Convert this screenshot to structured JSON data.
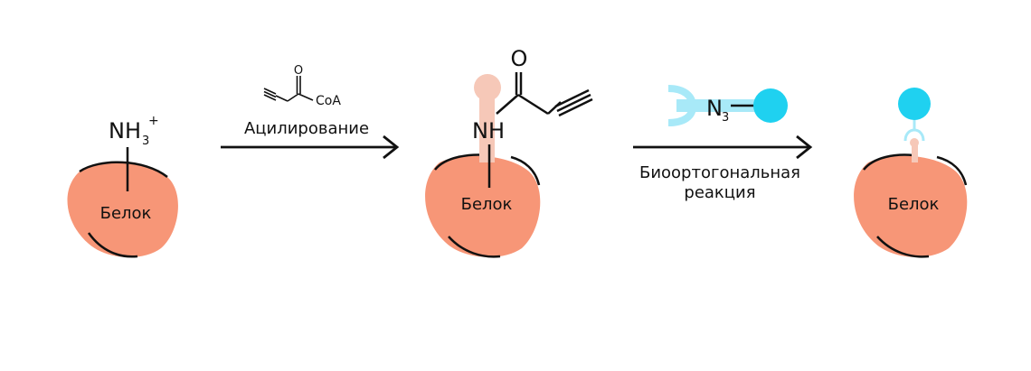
{
  "colors": {
    "protein": "#F79677",
    "highlight": "#F6C8B8",
    "azide_link": "#A8E9F8",
    "dye": "#1FD1F0",
    "ink": "#111111"
  },
  "step1": {
    "protein_label": "Белок",
    "amine_main": "NH",
    "amine_sub": "3",
    "amine_sup": "+"
  },
  "reagent1": {
    "carbonyl_o": "O",
    "coa": "CoA"
  },
  "arrow1": {
    "label": "Ацилирование"
  },
  "step2": {
    "protein_label": "Белок",
    "nh": "NH",
    "carbonyl_o": "O"
  },
  "reagent2": {
    "azide_main": "N",
    "azide_sub": "3"
  },
  "arrow2": {
    "label_line1": "Биоортогональная",
    "label_line2": "реакция"
  },
  "step3": {
    "protein_label": "Белок"
  },
  "icons": {
    "protein": "protein-blob-icon",
    "dye": "fluorophore-circle-icon",
    "clamp": "azide-clamp-icon"
  }
}
